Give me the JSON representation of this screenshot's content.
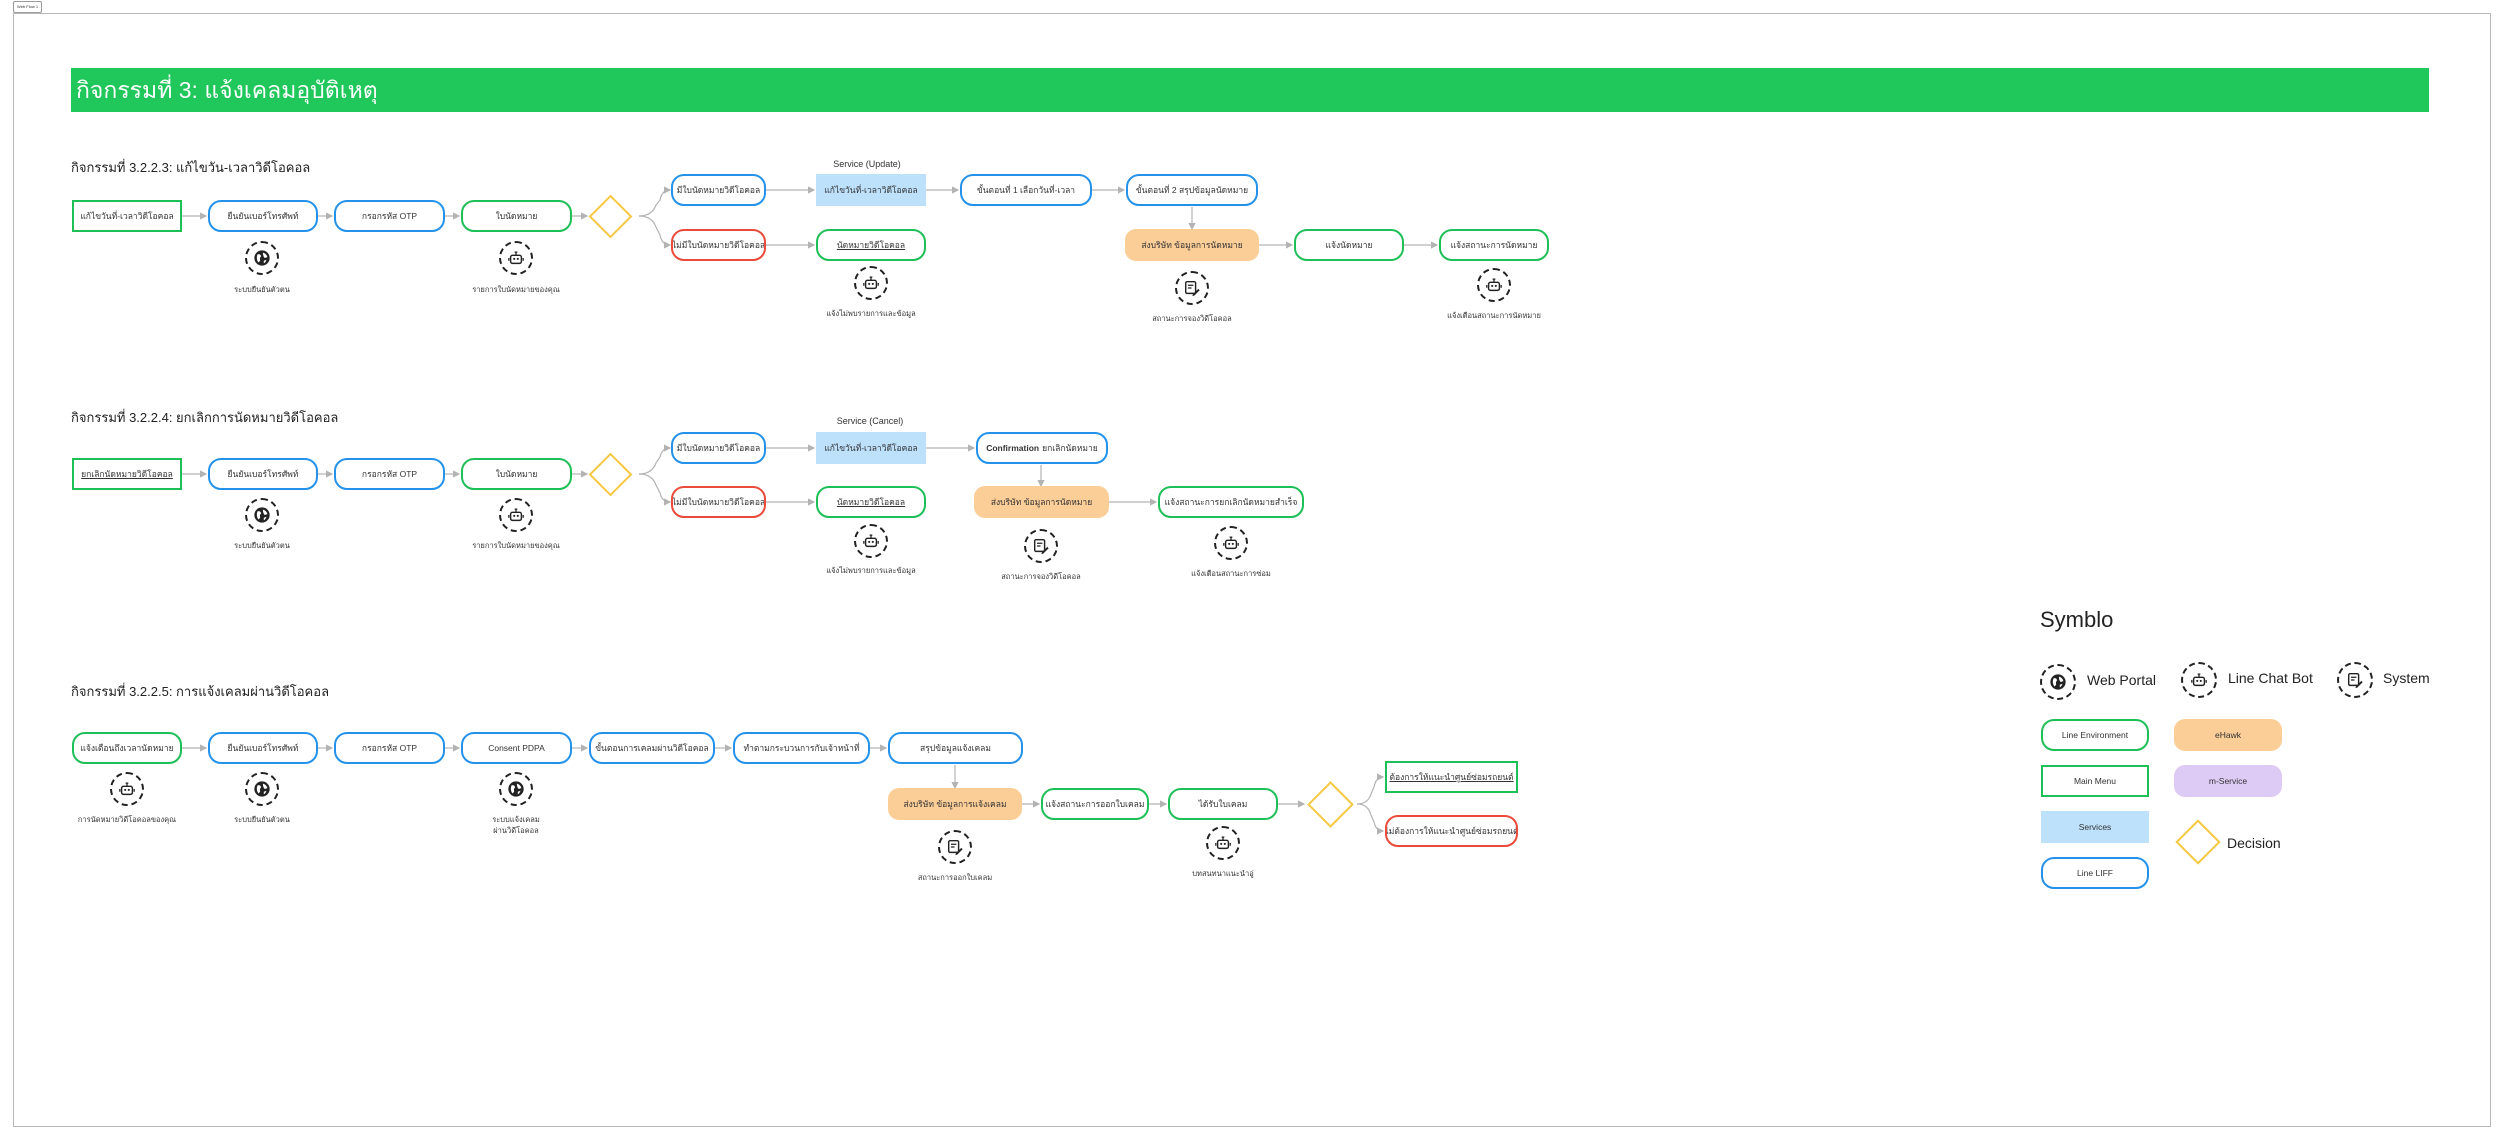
{
  "frame_tab": "Web Flow 1",
  "banner_title": "กิจกรรมที่ 3: แจ้งเคลมอุบัติเหตุ",
  "colors": {
    "banner": "#20c75a",
    "line_env": "#1fbf57",
    "liff": "#2492ea",
    "error": "#ea4b3b",
    "service": "#bde0fb",
    "ehawk": "#fbcd97",
    "m_service": "#decbf5",
    "decision": "#f6c842"
  },
  "sections": {
    "s1": {
      "title": "กิจกรรมที่ 3.2.2.3: แก้ไขวัน-เวลาวิดีโอคอล",
      "n1": "แก้ไขวันที่-เวลาวิดีโอคอล",
      "n2": "ยืนยันเบอร์โทรศัพท์",
      "n3": "กรอกรหัส OTP",
      "n4": "ใบนัดหมาย",
      "n5": "มีใบนัดหมายวิดีโอคอล",
      "n6": "ไม่มีใบนัดหมายวิดีโอคอล",
      "svc_label": "Service (Update)",
      "n7": "แก้ไขวันที่-เวลาวิดีโอคอล",
      "n8": "นัดหมายวิดีโอคอล",
      "n9": "ขั้นตอนที่ 1 เลือกวันที่-เวลา",
      "n10": "ขั้นตอนที่ 2 สรุปข้อมูลนัดหมาย",
      "n11": "ส่งบริษัท ข้อมูลการนัดหมาย",
      "n12": "แจ้งนัดหมาย",
      "n13": "แจ้งสถานะการนัดหมาย",
      "cap1": "ระบบยืนยันตัวตน",
      "cap2": "รายการใบนัดหมายของคุณ",
      "cap3": "แจ้งไม่พบรายการและข้อมูล",
      "cap4": "สถานะการจองวิดีโอคอล",
      "cap5": "แจ้งเตือนสถานะการนัดหมาย"
    },
    "s2": {
      "title": "กิจกรรมที่ 3.2.2.4: ยกเลิกการนัดหมายวิดีโอคอล",
      "n1": "ยกเลิกนัดหมายวิดีโอคอล",
      "n2": "ยืนยันเบอร์โทรศัพท์",
      "n3": "กรอกรหัส OTP",
      "n4": "ใบนัดหมาย",
      "n5": "มีใบนัดหมายวิดีโอคอล",
      "n6": "ไม่มีใบนัดหมายวิดีโอคอล",
      "svc_label": "Service (Cancel)",
      "n7": "แก้ไขวันที่-เวลาวิดีโอคอล",
      "n8": "นัดหมายวิดีโอคอล",
      "n9_bold": "Confirmation",
      "n9": "ยกเลิกนัดหมาย",
      "n10": "ส่งบริษัท ข้อมูลการนัดหมาย",
      "n11": "แจ้งสถานะการยกเลิกนัดหมายสำเร็จ",
      "cap1": "ระบบยืนยันตัวตน",
      "cap2": "รายการใบนัดหมายของคุณ",
      "cap3": "แจ้งไม่พบรายการและข้อมูล",
      "cap4": "สถานะการจองวิดีโอคอล",
      "cap5": "แจ้งเตือนสถานะการซ่อม"
    },
    "s3": {
      "title": "กิจกรรมที่ 3.2.2.5: การแจ้งเคลมผ่านวิดีโอคอล",
      "n1": "แจ้งเตือนถึงเวลานัดหมาย",
      "n2": "ยืนยันเบอร์โทรศัพท์",
      "n3": "กรอกรหัส OTP",
      "n4": "Consent PDPA",
      "n5": "ขั้นตอนการเคลมผ่านวิดีโอคอล",
      "n6": "ทำตามกระบวนการกับเจ้าหน้าที่",
      "n7": "สรุปข้อมูลแจ้งเคลม",
      "n8": "ส่งบริษัท ข้อมูลการแจ้งเคลม",
      "n9": "แจ้งสถานะการออกใบเคลม",
      "n10": "ได้รับใบเคลม",
      "n11": "ต้องการให้แนะนำศูนย์ซ่อมรถยนต์",
      "n12": "ไม่ต้องการให้แนะนำศูนย์ซ่อมรถยนต์",
      "cap1": "การนัดหมายวิดีโอคอลของคุณ",
      "cap2": "ระบบยืนยันตัวตน",
      "cap3a": "ระบบแจ้งเคลม",
      "cap3b": "ผ่านวิดีโอคอล",
      "cap4": "สถานะการออกใบเคลม",
      "cap5": "บทสนทนาแนะนำอู่"
    }
  },
  "legend": {
    "title": "Symblo",
    "web_portal": "Web Portal",
    "line_chat_bot": "Line Chat Bot",
    "system": "System",
    "line_environment": "Line Environment",
    "ehawk": "eHawk",
    "main_menu": "Main Menu",
    "m_service": "m-Service",
    "services": "Services",
    "decision": "Decision",
    "line_liff": "Line LIFF"
  }
}
